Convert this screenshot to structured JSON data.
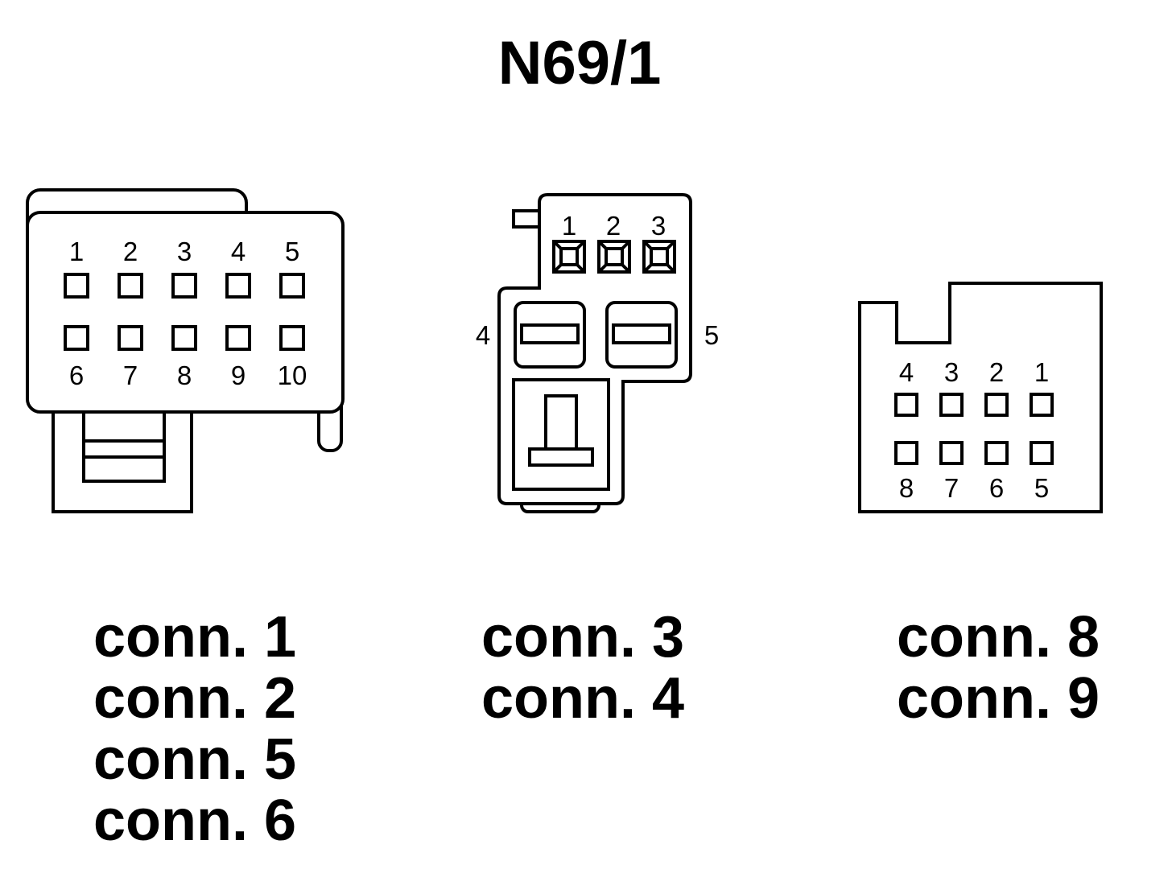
{
  "title": "N69/1",
  "connector_a": {
    "top_pins": [
      "1",
      "2",
      "3",
      "4",
      "5"
    ],
    "bottom_pins": [
      "6",
      "7",
      "8",
      "9",
      "10"
    ],
    "labels": [
      "conn. 1",
      "conn. 2",
      "conn. 5",
      "conn. 6"
    ]
  },
  "connector_b": {
    "top_pins": [
      "1",
      "2",
      "3"
    ],
    "left_pin": "4",
    "right_pin": "5",
    "labels": [
      "conn. 3",
      "conn. 4"
    ]
  },
  "connector_c": {
    "top_pins": [
      "4",
      "3",
      "2",
      "1"
    ],
    "bottom_pins": [
      "8",
      "7",
      "6",
      "5"
    ],
    "labels": [
      "conn. 8",
      "conn. 9"
    ]
  }
}
